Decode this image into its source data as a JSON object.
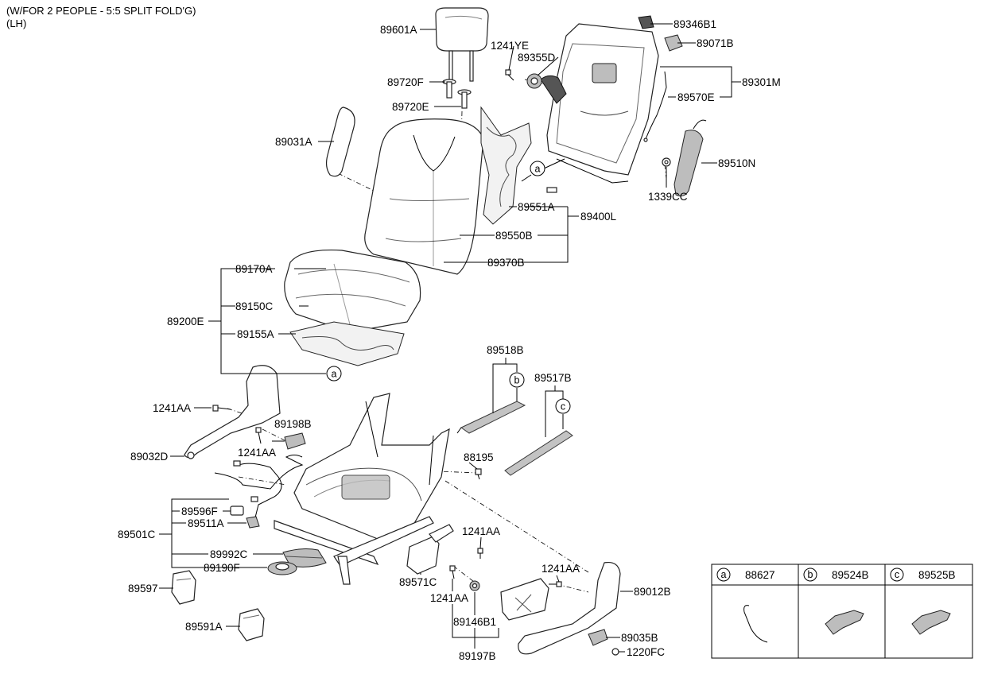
{
  "header": {
    "line1": "(W/FOR 2 PEOPLE - 5:5 SPLIT FOLD'G)",
    "line2": "(LH)"
  },
  "labels": {
    "p89601A": "89601A",
    "p1241YE": "1241YE",
    "p89355D": "89355D",
    "p89346B1": "89346B1",
    "p89071B": "89071B",
    "p89301M": "89301M",
    "p89570E": "89570E",
    "p89510N": "89510N",
    "p1339CC": "1339CC",
    "p89720F": "89720F",
    "p89720E": "89720E",
    "p89031A": "89031A",
    "p89551A": "89551A",
    "p89400L": "89400L",
    "p89550B": "89550B",
    "p89370B": "89370B",
    "p89170A": "89170A",
    "p89150C": "89150C",
    "p89200E": "89200E",
    "p89155A": "89155A",
    "p89518B": "89518B",
    "p89517B": "89517B",
    "p1241AA_a": "1241AA",
    "p89198B": "89198B",
    "p1241AA_b": "1241AA",
    "p89032D": "89032D",
    "p88195": "88195",
    "p89596F": "89596F",
    "p89511A": "89511A",
    "p89501C": "89501C",
    "p89992C": "89992C",
    "p89190F": "89190F",
    "p89597": "89597",
    "p89591A": "89591A",
    "p1241AA_c": "1241AA",
    "p89571C": "89571C",
    "p1241AA_d": "1241AA",
    "p1241AA_e": "1241AA",
    "p89146B1": "89146B1",
    "p89197B": "89197B",
    "p89012B": "89012B",
    "p89035B": "89035B",
    "p1220FC": "1220FC"
  },
  "callouts": {
    "a": "a",
    "b": "b",
    "c": "c"
  },
  "legend": [
    {
      "letter": "a",
      "part": "88627"
    },
    {
      "letter": "b",
      "part": "89524B"
    },
    {
      "letter": "c",
      "part": "89525B"
    }
  ]
}
